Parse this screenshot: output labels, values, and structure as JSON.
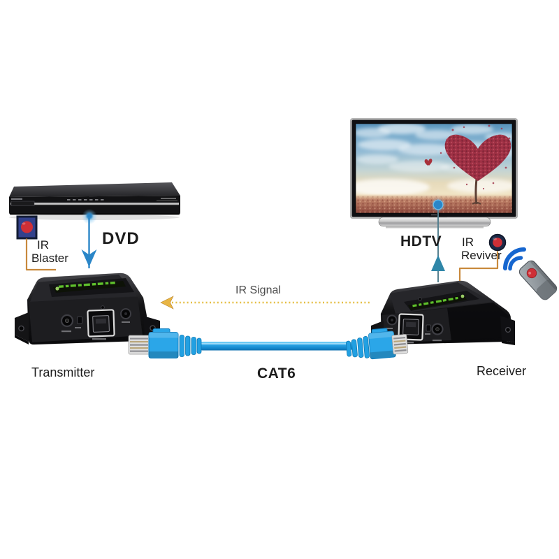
{
  "diagram": {
    "source": {
      "label": "DVD"
    },
    "display": {
      "label": "HDTV"
    },
    "ir_blaster": {
      "line1": "IR",
      "line2": "Blaster"
    },
    "ir_receiver": {
      "line1": "IR",
      "line2": "Reviver"
    },
    "ir_signal": {
      "label": "IR Signal"
    },
    "transmitter": {
      "label": "Transmitter"
    },
    "receiver": {
      "label": "Receiver"
    },
    "cable": {
      "label": "CAT6"
    },
    "colors": {
      "arrow_blue": "#2a86c8",
      "arrow_teal": "#2f86a8",
      "arrow_teal_line": "#56808f",
      "ir_signal_yellow": "#e5bf45",
      "ir_signal_head": "#e8b544",
      "wire_orange": "#c8893c",
      "ir_red": "#cf2f36",
      "signal_arc_blue": "#1666cf",
      "cable_blue": "#2ba6e8"
    }
  }
}
